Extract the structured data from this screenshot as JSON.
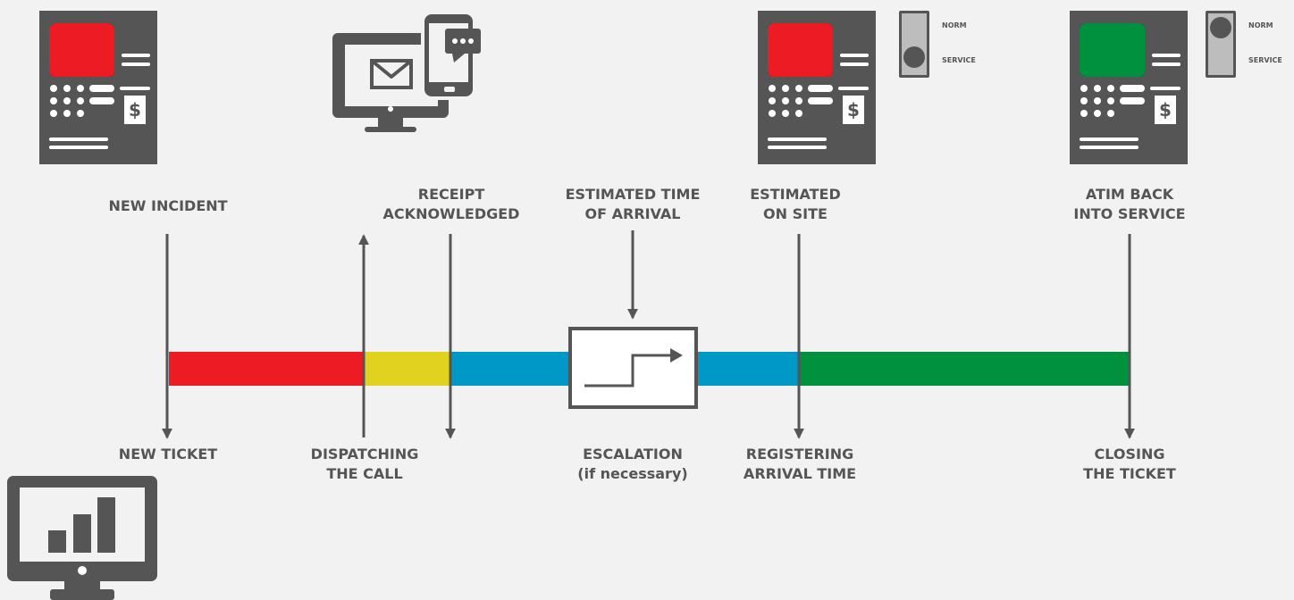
{
  "colors": {
    "background": "#f2f2f2",
    "icon_gray": "#555555",
    "light_gray": "#bdbdbd",
    "red": "#ed1c24",
    "yellow": "#e0d21f",
    "blue": "#0099c7",
    "green": "#00913f"
  },
  "icons": {
    "atm_1": "atm-red-screen-icon",
    "notification": "computer-phone-notification-icon",
    "atm_2": "atm-red-screen-icon",
    "switch_2": "norm-service-switch-icon",
    "atm_3": "atm-green-screen-icon",
    "switch_3": "norm-service-switch-icon",
    "dashboard": "monitor-bar-chart-icon",
    "escalation": "escalation-step-arrow-icon",
    "currency_symbol": "$"
  },
  "switches": {
    "atm_2": {
      "norm": "NORM",
      "service": "SERVICE",
      "state": "service"
    },
    "atm_3": {
      "norm": "NORM",
      "service": "SERVICE",
      "state": "norm"
    }
  },
  "top_labels": [
    {
      "line1": "NEW INCIDENT",
      "line2": ""
    },
    {
      "line1": "RECEIPT",
      "line2": "ACKNOWLEDGED"
    },
    {
      "line1": "ESTIMATED TIME",
      "line2": "OF ARRIVAL"
    },
    {
      "line1": "ESTIMATED",
      "line2": "ON SITE"
    },
    {
      "line1": "ATIM BACK",
      "line2": "INTO SERVICE"
    }
  ],
  "bottom_labels": [
    {
      "line1": "NEW TICKET",
      "line2": ""
    },
    {
      "line1": "DISPATCHING",
      "line2": "THE CALL"
    },
    {
      "line1": "ESCALATION",
      "line2": "(if necessary)"
    },
    {
      "line1": "REGISTERING",
      "line2": "ARRIVAL TIME"
    },
    {
      "line1": "CLOSING",
      "line2": "THE TICKET"
    }
  ],
  "timeline_segments": [
    {
      "stage": "new-incident",
      "color": "#ed1c24"
    },
    {
      "stage": "dispatching",
      "color": "#e0d21f"
    },
    {
      "stage": "awaiting-arrival",
      "color": "#0099c7"
    },
    {
      "stage": "on-site",
      "color": "#00913f"
    }
  ]
}
